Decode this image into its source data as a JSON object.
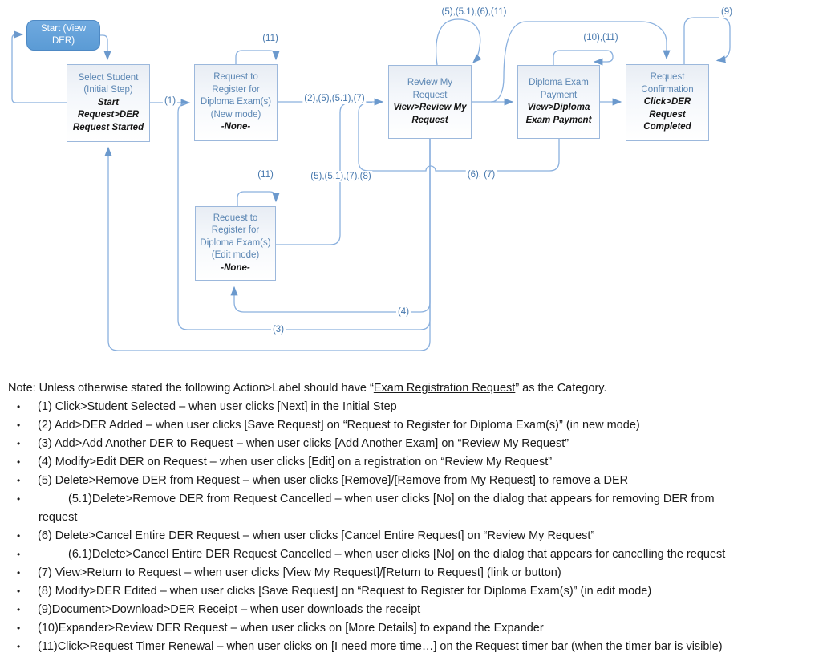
{
  "diagram": {
    "nodes": {
      "start": {
        "title": "Start (View\nDER)"
      },
      "select_student": {
        "title": "Select Student\n(Initial Step)",
        "subtitle": "Start\nRequest>DER\nRequest Started"
      },
      "request_new": {
        "title": "Request to\nRegister for\nDiploma Exam(s)\n(New mode)",
        "subtitle": "-None-"
      },
      "review": {
        "title": "Review My\nRequest",
        "subtitle": "View>Review My\nRequest"
      },
      "payment": {
        "title": "Diploma Exam\nPayment",
        "subtitle": "View>Diploma\nExam Payment"
      },
      "confirmation": {
        "title": "Request\nConfirmation",
        "subtitle": "Click>DER\nRequest\nCompleted"
      },
      "request_edit": {
        "title": "Request to\nRegister for\nDiploma Exam(s)\n(Edit mode)",
        "subtitle": "-None-"
      }
    },
    "edge_labels": {
      "newmode_loop": "(11)",
      "select_to_newmode": "(1)",
      "newmode_to_review": "(2),(5),(5.1),(7)",
      "review_loop": "(5),(5.1),(6),(11)",
      "payment_loop": "(10),(11)",
      "confirmation_loop": "(9)",
      "edit_loop": "(11)",
      "edit_to_review": "(5),(5.1),(7),(8)",
      "payment_to_review": "(6), (7)",
      "review_to_edit": "(4)",
      "review_to_newmode": "(3)"
    },
    "colors": {
      "connector": "#8ab0de",
      "arrowhead": "#6b99cd",
      "node_border": "#9cb8dc",
      "node_title_text": "#5b86b3",
      "start_fill": "#5b9bd5",
      "label_text": "#4577ad"
    }
  },
  "notes": {
    "bullet_char": "•",
    "lines": [
      {
        "pre": "Note: Unless otherwise stated the following Action>Label should have “",
        "u": "Exam Registration Request",
        "post": "” as the Category."
      },
      {
        "pre": "(1) Click>Student Selected – when user clicks [Next] in the Initial Step",
        "u": "",
        "post": ""
      },
      {
        "pre": "(2) Add>DER Added – when user clicks [Save Request] on “Request to Register for Diploma Exam(s)” (in new mode)",
        "u": "",
        "post": ""
      },
      {
        "pre": "(3) Add>Add Another DER to Request – when user clicks [Add Another Exam] on “Review My Request”",
        "u": "",
        "post": ""
      },
      {
        "pre": "(4) Modify>Edit DER on Request – when user clicks [Edit] on a registration on “Review My Request”",
        "u": "",
        "post": ""
      },
      {
        "pre": "(5) Delete>Remove DER from Request – when user clicks [Remove]/[Remove from My Request] to remove a DER",
        "u": "",
        "post": ""
      },
      {
        "pre": "(5.1)Delete>Remove DER from Request Cancelled – when user clicks [No] on the dialog that appears for removing DER from",
        "u": "",
        "post": ""
      },
      {
        "pre": "request",
        "u": "",
        "post": ""
      },
      {
        "pre": "(6) Delete>Cancel Entire DER Request – when user clicks [Cancel Entire Request] on “Review My Request”",
        "u": "",
        "post": ""
      },
      {
        "pre": "(6.1)Delete>Cancel Entire DER Request Cancelled – when user clicks [No] on the dialog that appears for cancelling the request",
        "u": "",
        "post": ""
      },
      {
        "pre": "(7) View>Return to Request – when user clicks [View My Request]/[Return to Request] (link or button)",
        "u": "",
        "post": ""
      },
      {
        "pre": "(8) Modify>DER Edited – when user clicks [Save Request] on “Request to Register for Diploma Exam(s)” (in edit mode)",
        "u": "",
        "post": ""
      },
      {
        "pre": "(9)",
        "u": "Document",
        "post": ">Download>DER Receipt – when user downloads the receipt"
      },
      {
        "pre": "(10)Expander>Review DER Request – when user clicks on [More Details] to expand the Expander",
        "u": "",
        "post": ""
      },
      {
        "pre": "(11)Click>Request Timer Renewal – when user clicks on [I need more time…] on the Request timer bar (when the timer bar is visible)",
        "u": "",
        "post": ""
      }
    ]
  }
}
